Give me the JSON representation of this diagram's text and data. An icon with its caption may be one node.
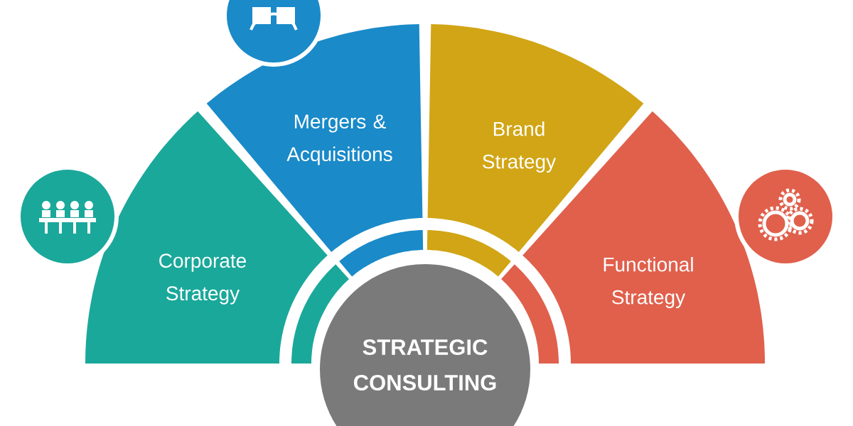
{
  "diagram": {
    "nodes": [
      {
        "text": [
          "Corporate Strategy"
        ]
      },
      {
        "text": [
          "Mergers & Acquisitions"
        ]
      },
      {
        "text": [
          "Brand Strategy"
        ]
      },
      {
        "text": [
          "Functional Strategy"
        ]
      },
      {
        "text": [
          "STRATEGIC CONSULTING"
        ]
      }
    ]
  }
}
